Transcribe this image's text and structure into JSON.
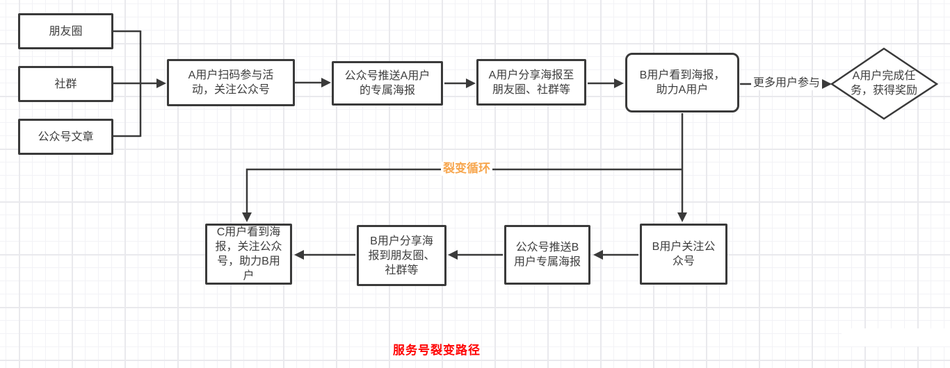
{
  "diagram": {
    "title": "服务号裂变路径",
    "sources": [
      {
        "label": "朋友圈"
      },
      {
        "label": "社群"
      },
      {
        "label": "公众号文章"
      }
    ],
    "top_flow": [
      {
        "label": "A用户扫码参与活动，关注公众号"
      },
      {
        "label": "公众号推送A用户的专属海报"
      },
      {
        "label": "A用户分享海报至朋友圈、社群等"
      },
      {
        "label": "B用户看到海报，助力A用户"
      }
    ],
    "decision": {
      "label": "A用户完成任务，获得奖励"
    },
    "edge_labels": {
      "more_users": "更多用户参与",
      "fission_loop": "裂变循环"
    },
    "bottom_flow": [
      {
        "label": "B用户关注公众号"
      },
      {
        "label": "公众号推送B用户专属海报"
      },
      {
        "label": "B用户分享海报到朋友圈、社群等"
      },
      {
        "label": "C用户看到海报，关注公众号，助力B用户"
      }
    ],
    "colors": {
      "line": "#3a3a3a",
      "loop_label": "#f7a64e",
      "title": "#ff0000"
    }
  }
}
